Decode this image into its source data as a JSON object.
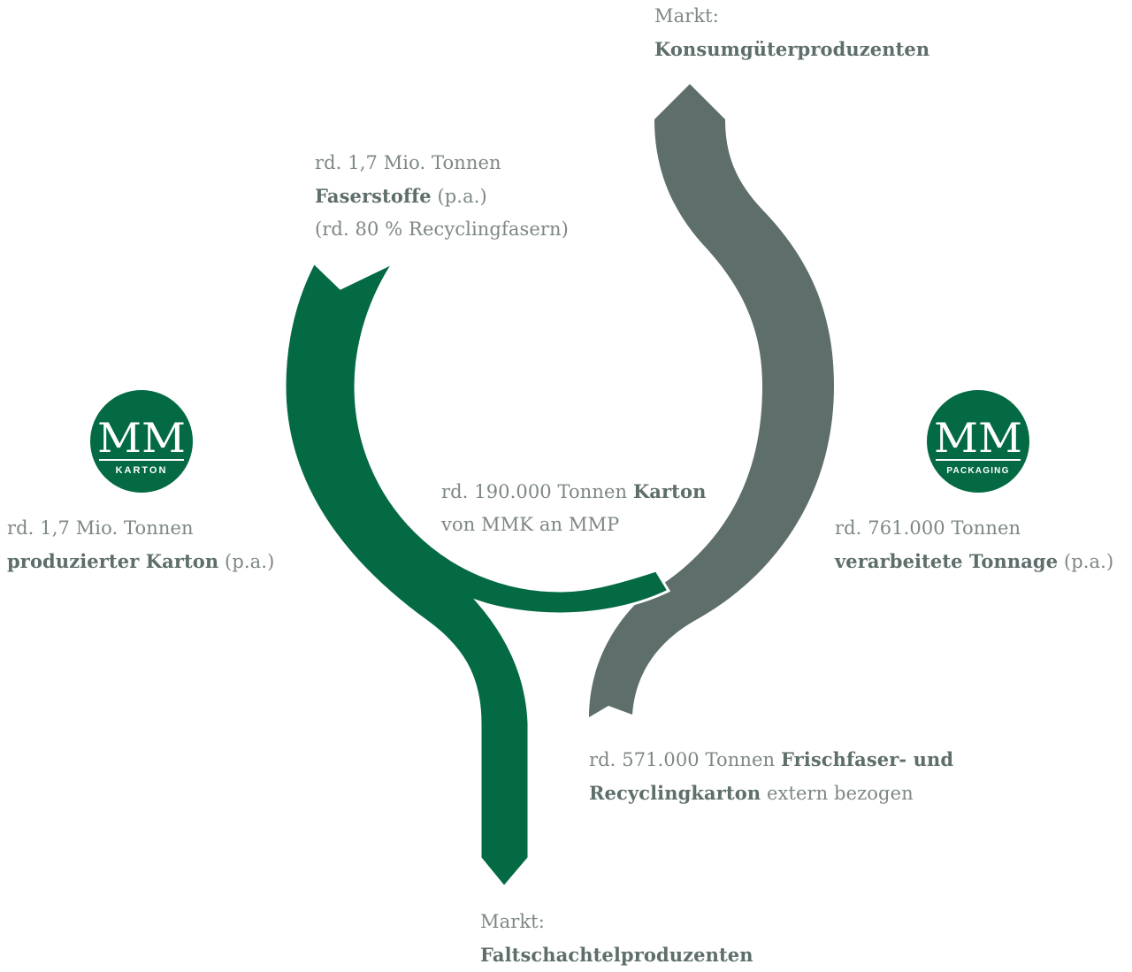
{
  "colors": {
    "green": "#036a43",
    "gray": "#5e6e6b",
    "text": "#7d8786",
    "bold_text": "#5e6e6b",
    "white": "#ffffff"
  },
  "logos": {
    "karton": {
      "letters": "MM",
      "sub": "KARTON"
    },
    "packaging": {
      "letters": "MM",
      "sub": "PACKAGING"
    }
  },
  "labels": {
    "top_market": {
      "line1": "Markt:",
      "line2_bold": "Konsumgüterproduzenten"
    },
    "fibers": {
      "line1": "rd. 1,7 Mio. Tonnen",
      "line2_bold": "Faserstoffe",
      "line2_rest": " (p.a.)",
      "line3": "(rd. 80 % Recyclingfasern)"
    },
    "karton_produced": {
      "line1": "rd. 1,7 Mio. Tonnen",
      "line2_bold": "produzierter Karton",
      "line2_rest": " (p.a.)"
    },
    "mmk_to_mmp": {
      "line1_pre": "rd. 190.000 Tonnen ",
      "line1_bold": "Karton",
      "line2": "von MMK an MMP"
    },
    "processed": {
      "line1": "rd. 761.000 Tonnen",
      "line2_bold": "verarbeitete Tonnage",
      "line2_rest": " (p.a.)"
    },
    "external": {
      "line1_pre": "rd. 571.000 Tonnen ",
      "line1_bold": "Frischfaser- und",
      "line2_bold": "Recyclingkarton",
      "line2_rest": " extern bezogen"
    },
    "bottom_market": {
      "line1": "Markt:",
      "line2_bold": "Faltschachtelproduzenten"
    }
  }
}
